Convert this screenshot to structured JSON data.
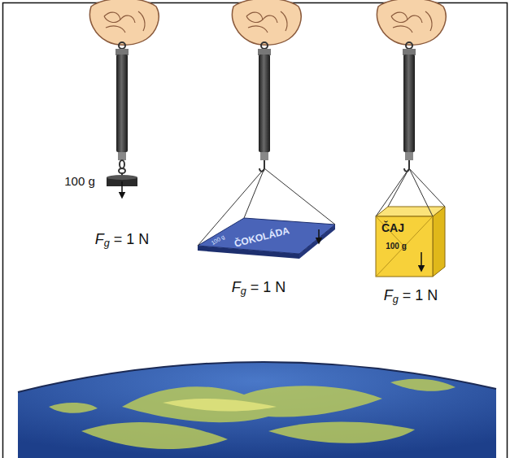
{
  "diagram": {
    "labels": [
      "100 g",
      "Fg = 1 N",
      "ČOKOLÁDA",
      "100 g",
      "Fg = 1 N",
      "ČAJ",
      "100 g",
      "Fg = 1 N"
    ]
  }
}
